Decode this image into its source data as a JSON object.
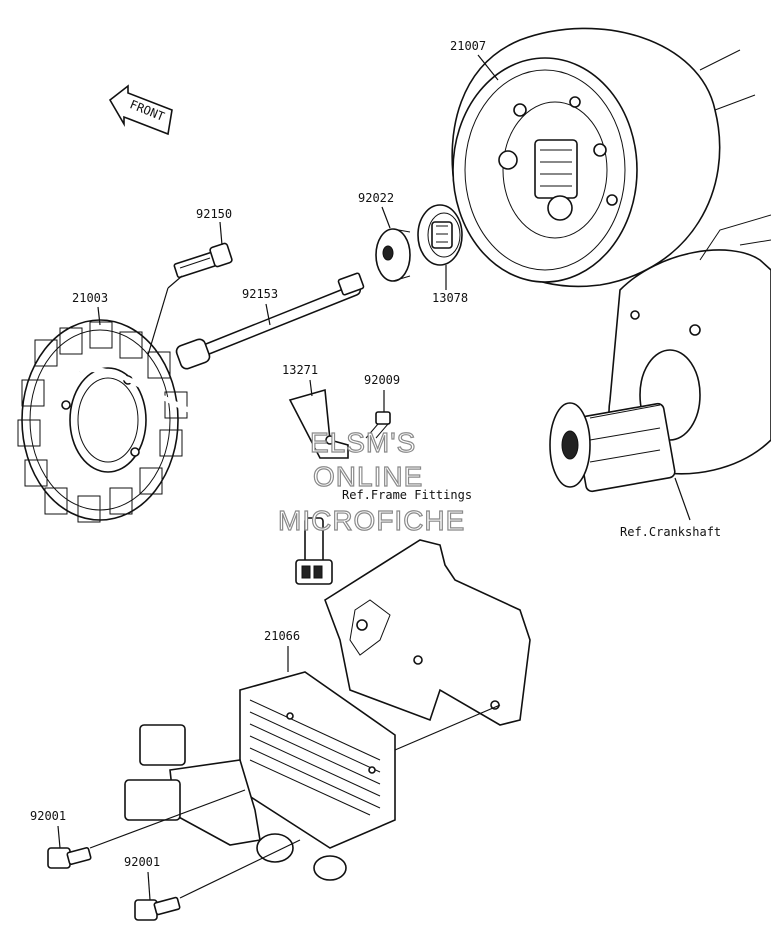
{
  "labels": {
    "p21007": "21007",
    "p92022": "92022",
    "p13078": "13078",
    "p92150": "92150",
    "p92153": "92153",
    "p21003": "21003",
    "p13271": "13271",
    "p92009": "92009",
    "ref_frame": "Ref.Frame Fittings",
    "ref_crank": "Ref.Crankshaft",
    "p21066": "21066",
    "p92001_a": "92001",
    "p92001_b": "92001",
    "front": "FRONT"
  },
  "watermark": {
    "line1": "ELSM'S",
    "line2": "ONLINE",
    "line3": "MICROFICHE"
  }
}
